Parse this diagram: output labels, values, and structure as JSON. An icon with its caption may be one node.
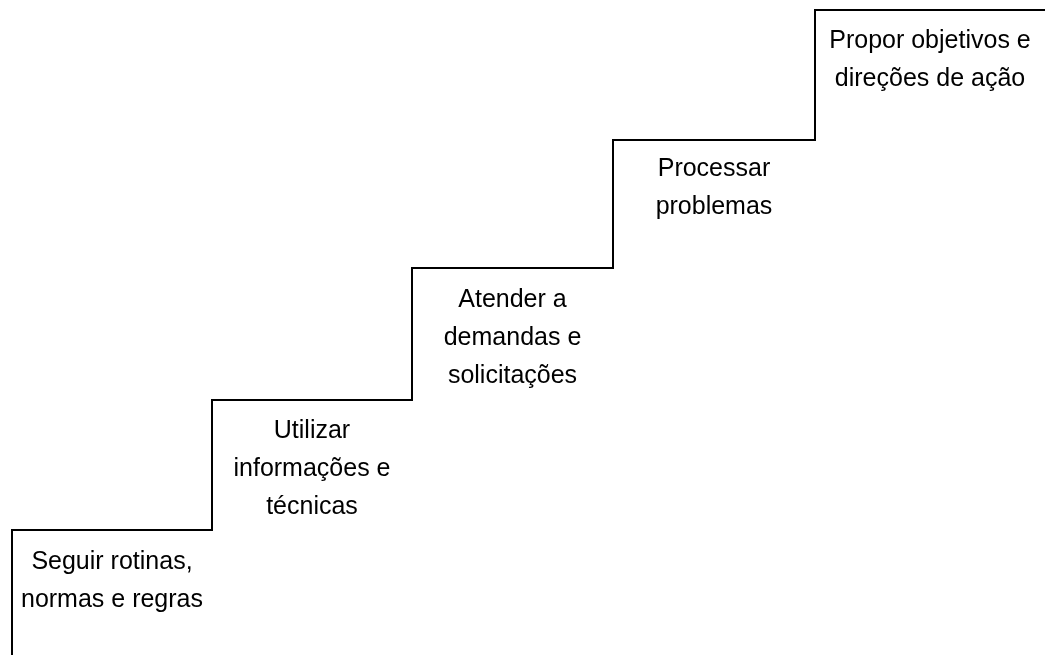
{
  "diagram": {
    "labels": [
      "Seguir rotinas, normas e regras",
      "Utilizar informações e técnicas",
      "Atender a demandas e solicitações",
      "Processar problemas",
      "Propor objetivos e direções de ação"
    ]
  }
}
